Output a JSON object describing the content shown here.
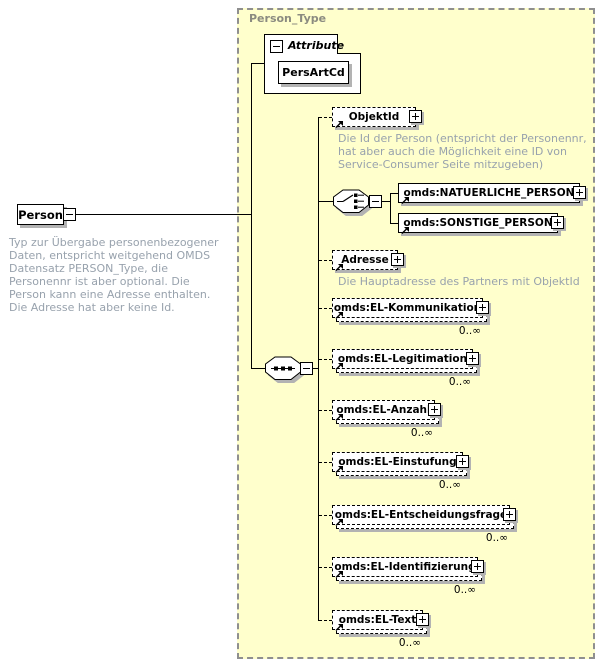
{
  "diagram_type": "xml-schema-content-model",
  "type_container": {
    "title": "Person_Type"
  },
  "root_element": {
    "name": "Person",
    "annotation": "Typ zur Übergabe personenbezogener Daten, entspricht weitgehend OMDS Datensatz PERSON_Type, die Personennr ist aber optional. Die Person kann eine Adresse enthalten. Die Adresse hat aber keine Id."
  },
  "attributes_panel": {
    "title": "Attribute",
    "items": [
      {
        "name": "PersArtCd"
      }
    ]
  },
  "compositors": {
    "sequence": "sequence-icon",
    "choice": "choice-icon"
  },
  "choice": {
    "options": [
      {
        "name": "omds:NATUERLICHE_PERSON"
      },
      {
        "name": "omds:SONSTIGE_PERSON"
      }
    ]
  },
  "children": [
    {
      "name": "ObjektId",
      "annotation": "Die Id der Person (entspricht der Personennr, hat aber auch die Möglichkeit eine ID von Service-Consumer Seite mitzugeben)",
      "occurs": ""
    },
    {
      "name": "Adresse",
      "annotation": "Die Hauptadresse des Partners mit ObjektId",
      "occurs": ""
    },
    {
      "name": "omds:EL-Kommunikation",
      "occurs": "0..∞"
    },
    {
      "name": "omds:EL-Legitimation",
      "occurs": "0..∞"
    },
    {
      "name": "omds:EL-Anzahl",
      "occurs": "0..∞"
    },
    {
      "name": "omds:EL-Einstufung",
      "occurs": "0..∞"
    },
    {
      "name": "omds:EL-Entscheidungsfrage",
      "occurs": "0..∞"
    },
    {
      "name": "omds:EL-Identifizierung",
      "occurs": "0..∞"
    },
    {
      "name": "omds:EL-Text",
      "occurs": "0..∞"
    }
  ],
  "icons": {
    "expand": "plus-icon",
    "collapse": "minus-icon",
    "reference": "arrow-ne-icon"
  },
  "colors": {
    "canvas": "#ffffff",
    "container_fill": "#ffffcc",
    "container_border": "#8f8f8f",
    "container_title": "#8b8b80",
    "annotation_text": "#98a2ad",
    "box_shadow": "#b3b3b3",
    "line": "#000000"
  }
}
